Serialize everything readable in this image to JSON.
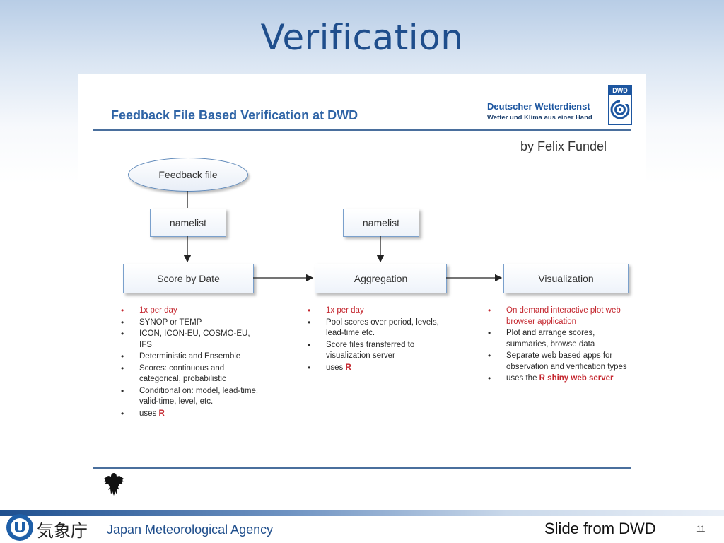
{
  "slide": {
    "title": "Verification",
    "page_number": "11",
    "source_note": "Slide from DWD"
  },
  "footer": {
    "kanji": "気象庁",
    "agency_name": "Japan Meteorological Agency"
  },
  "panel": {
    "heading": "Feedback File Based Verification at DWD",
    "org_name": "Deutscher Wetterdienst",
    "org_slogan": "Wetter und Klima aus einer Hand",
    "logo_label": "DWD",
    "author": "by Felix Fundel"
  },
  "diagram": {
    "feedback_file": "Feedback file",
    "namelist_1": "namelist",
    "namelist_2": "namelist",
    "score_by_date": "Score by Date",
    "aggregation": "Aggregation",
    "visualization": "Visualization"
  },
  "lists": {
    "score": [
      {
        "text": "1x  per day",
        "red": true
      },
      {
        "text": "SYNOP or TEMP"
      },
      {
        "text": "ICON, ICON-EU, COSMO-EU, IFS"
      },
      {
        "text": "Deterministic and  Ensemble"
      },
      {
        "text": "Scores:  continuous   and categorical, probabilistic"
      },
      {
        "text": "Conditional on:  model,  lead-time, valid-time,  level,  etc."
      },
      {
        "text": "uses ",
        "bold_red": "R"
      }
    ],
    "aggregation": [
      {
        "text": "1x  per day",
        "red": true
      },
      {
        "text": "Pool scores over period,  levels, lead-time etc."
      },
      {
        "text": "Score files transferred to visualization  server"
      },
      {
        "text": "uses ",
        "bold_red": "R"
      }
    ],
    "visualization": [
      {
        "text": "On demand   interactive  plot web browser application",
        "red": true
      },
      {
        "text": "Plot and  arrange scores, summaries,  browse data"
      },
      {
        "text": "Separate  web based apps  for observation  and verification types"
      },
      {
        "text": "uses the ",
        "bold_red": "R shiny  web server"
      }
    ]
  },
  "colors": {
    "title": "#1f4e8c",
    "accent_red": "#c4262e",
    "box_border": "#7aa0cc"
  }
}
